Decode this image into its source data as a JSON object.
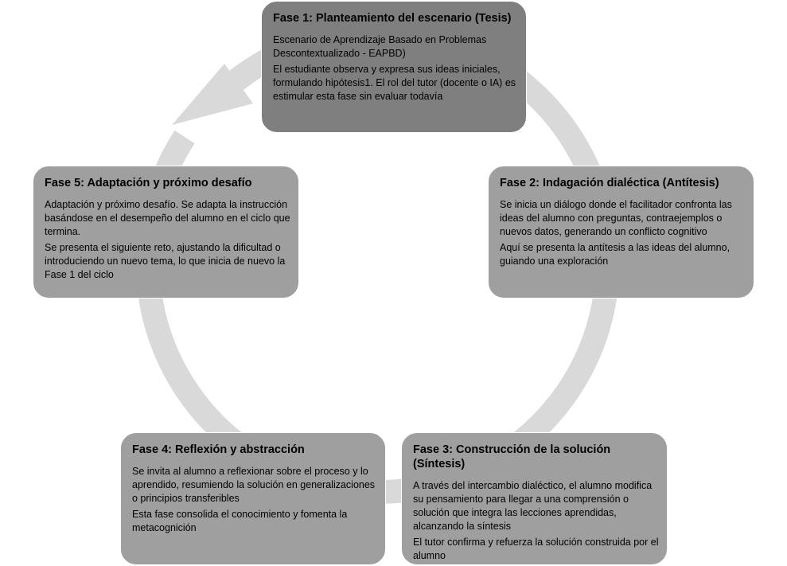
{
  "phases": [
    {
      "title": "Fase 1: Planteamiento del escenario (Tesis)",
      "lines": [
        "Escenario de Aprendizaje Basado en Problemas Descontextualizado - EAPBD)",
        "El estudiante observa y expresa sus ideas iniciales, formulando hipótesis1. El rol del tutor (docente o IA) es estimular esta fase sin evaluar todavía"
      ]
    },
    {
      "title": "Fase 2: Indagación dialéctica (Antítesis)",
      "lines": [
        "Se inicia un diálogo donde el facilitador confronta las ideas del alumno con preguntas, contraejemplos o nuevos datos, generando un conflicto cognitivo",
        "Aquí se presenta la antítesis a las ideas del alumno, guiando una exploración"
      ]
    },
    {
      "title": "Fase 3: Construcción de la solución (Síntesis)",
      "lines": [
        "A través del intercambio dialéctico, el alumno modifica su pensamiento para llegar a una comprensión o solución que integra las lecciones aprendidas, alcanzando la síntesis",
        "El tutor confirma y refuerza la solución construida por el alumno"
      ]
    },
    {
      "title": "Fase 4: Reflexión y abstracción",
      "lines": [
        "Se invita al alumno a reflexionar sobre el proceso y lo aprendido, resumiendo la solución en generalizaciones o principios transferibles",
        "Esta fase consolida el conocimiento y fomenta la metacognición"
      ]
    },
    {
      "title": "Fase 5: Adaptación y próximo desafío",
      "lines": [
        "Adaptación y próximo desafío. Se adapta la instrucción basándose en el desempeño del alumno en el ciclo que termina.",
        "Se presenta el siguiente reto, ajustando la dificultad o introduciendo un nuevo tema, lo que inicia de nuevo la Fase 1 del ciclo"
      ]
    }
  ],
  "colors": {
    "cycle_arrow": "#d9d9d9",
    "phase_1_fill": "#7f7f7f",
    "phase_fill": "#9f9f9f",
    "text": "#000000"
  }
}
